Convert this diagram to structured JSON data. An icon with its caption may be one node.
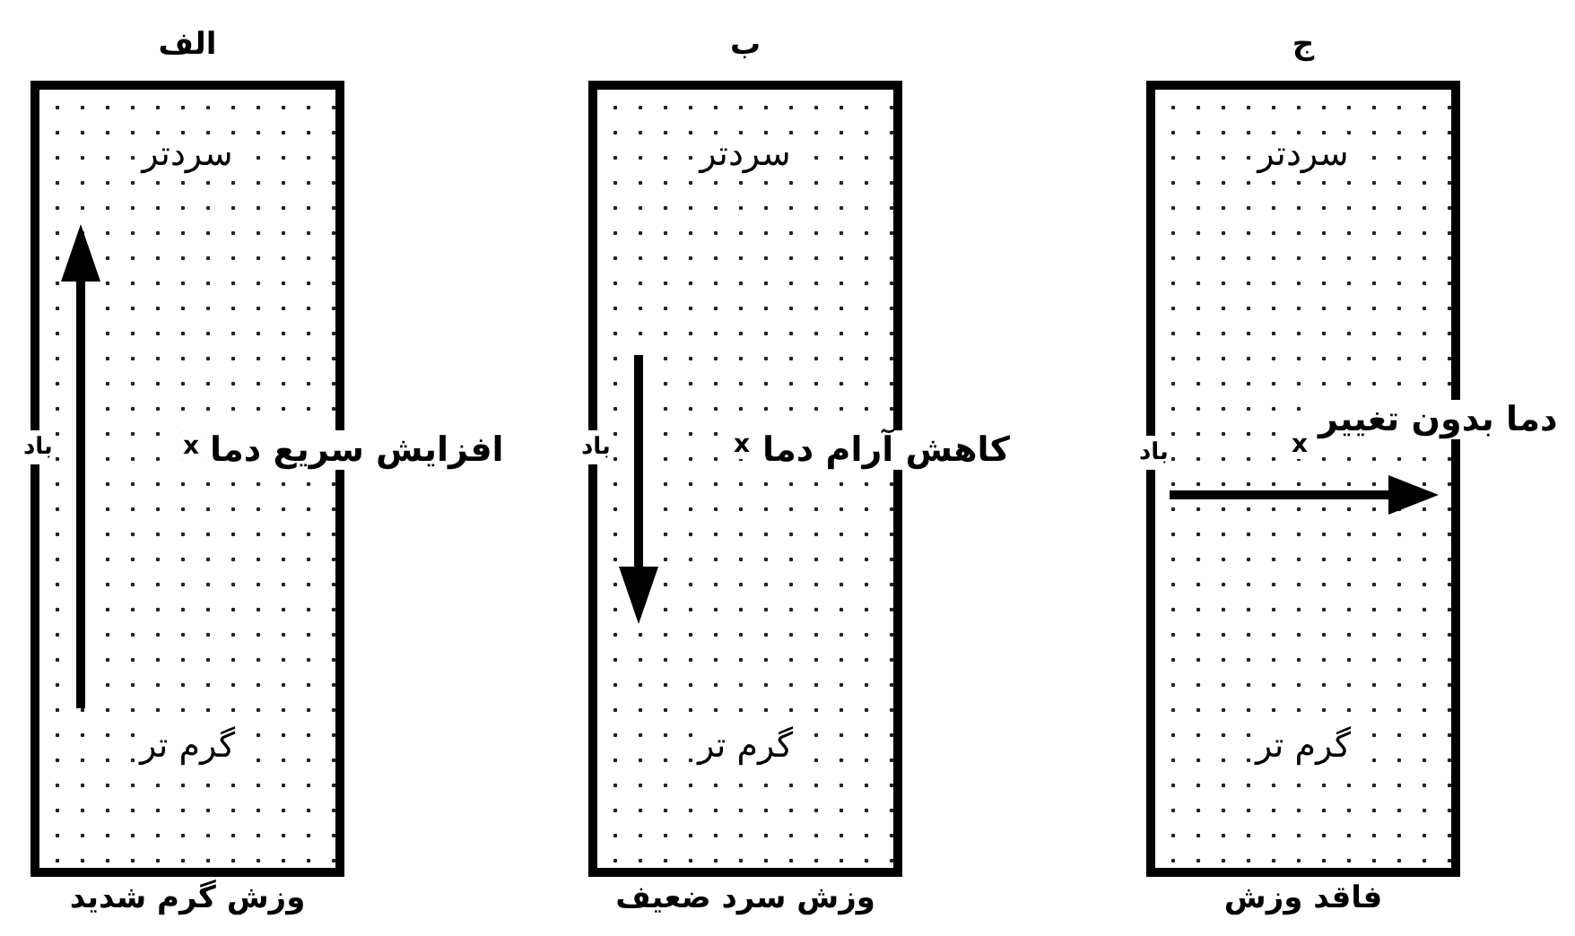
{
  "diagram": {
    "nodes": [
      {
        "text": [
          "الف"
        ],
        "beside": [
          "وزش گرم شدید"
        ]
      },
      {
        "text": [
          "ب"
        ],
        "beside": [
          "وزش سرد ضعیف"
        ]
      },
      {
        "text": [
          "ج"
        ],
        "beside": [
          "فاقد وزش"
        ]
      }
    ],
    "labels": [
      "سردتر",
      "باد",
      "x",
      "افزایش سریع دما",
      "گرم تر",
      "سردتر",
      "باد",
      "x",
      "کاهش آرام دما",
      "گرم تر",
      "سردتر",
      "باد",
      "x",
      "دما بدون تغییر",
      "گرم تر"
    ]
  }
}
